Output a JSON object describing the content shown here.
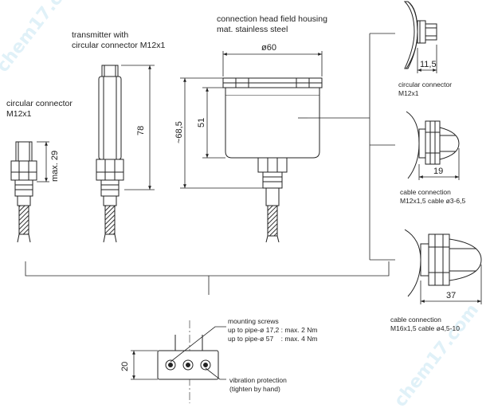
{
  "labels": {
    "circular_connector_left": "circular connector\nM12x1",
    "transmitter": "transmitter with\ncircular connector M12x1",
    "head_housing": "connection head field housing\nmat. stainless steel",
    "right_circular": "circular connector\nM12x1",
    "right_cable_small": "cable connection\nM12x1,5 cable ø3-6,5",
    "right_cable_large": "cable connection\nM16x1,5 cable ø4,5-10",
    "mounting_screws": "mounting screws\nup to pipe-ø 17,2 : max. 2 Nm\nup to pipe-ø 57    : max. 4 Nm",
    "vibration": "vibration protection\n(tighten by hand)"
  },
  "dimensions": {
    "max29": "max. 29",
    "d78": "78",
    "d60": "ø60",
    "d51": "51",
    "d685": "~68,5",
    "d115": "11,5",
    "d19": "19",
    "d37": "37",
    "d20": "20"
  },
  "watermarks": {
    "top_left": "chem17.com",
    "bottom_right": "chem17.com"
  },
  "colors": {
    "line": "#222222",
    "hatch": "#555555",
    "watermark": "#c8e6f4"
  }
}
